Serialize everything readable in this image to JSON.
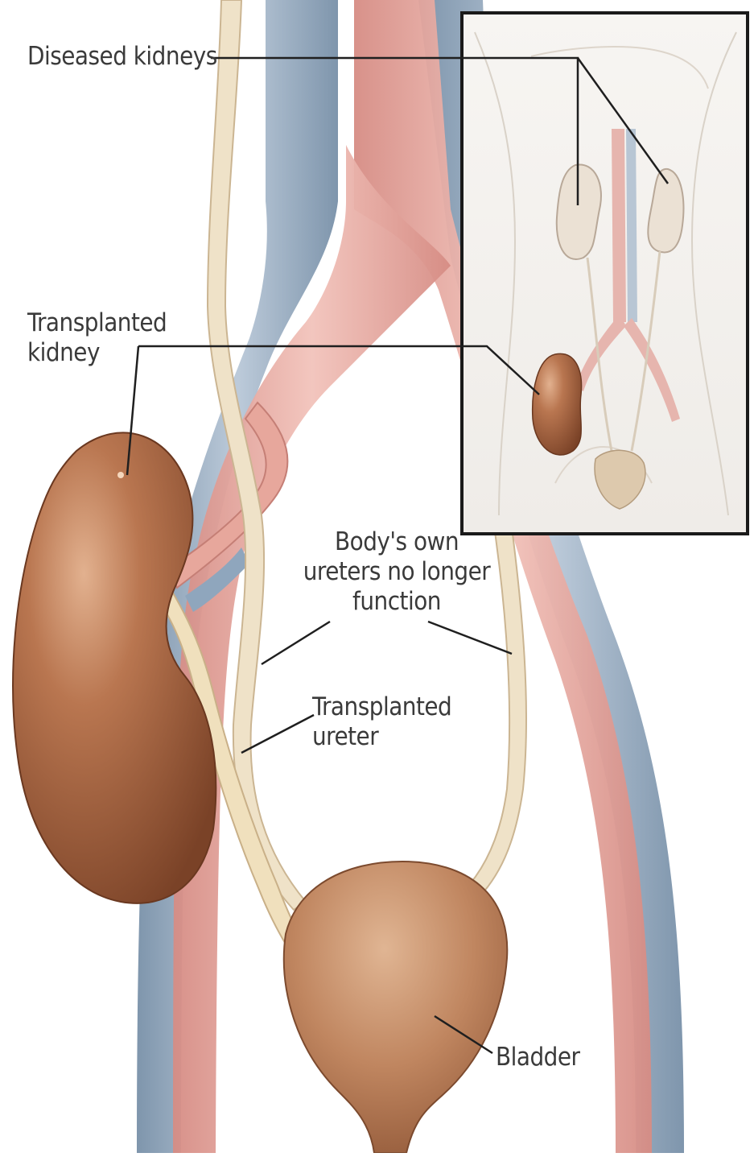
{
  "labels": {
    "diseased_kidneys": "Diseased kidneys",
    "transplanted_kidney": [
      "Transplanted",
      "kidney"
    ],
    "own_ureters": [
      "Body's own",
      "ureters no longer",
      "function"
    ],
    "transplanted_ureter": [
      "Transplanted",
      "ureter"
    ],
    "bladder": "Bladder"
  },
  "colors": {
    "kidney": "#a8643e",
    "artery": "#e8a9a0",
    "vein": "#8fa6bd",
    "ureter": "#ecdcc0",
    "bladder": "#c38a62",
    "inset_border": "#1a1a1a",
    "label_text": "#3a3a3a"
  }
}
